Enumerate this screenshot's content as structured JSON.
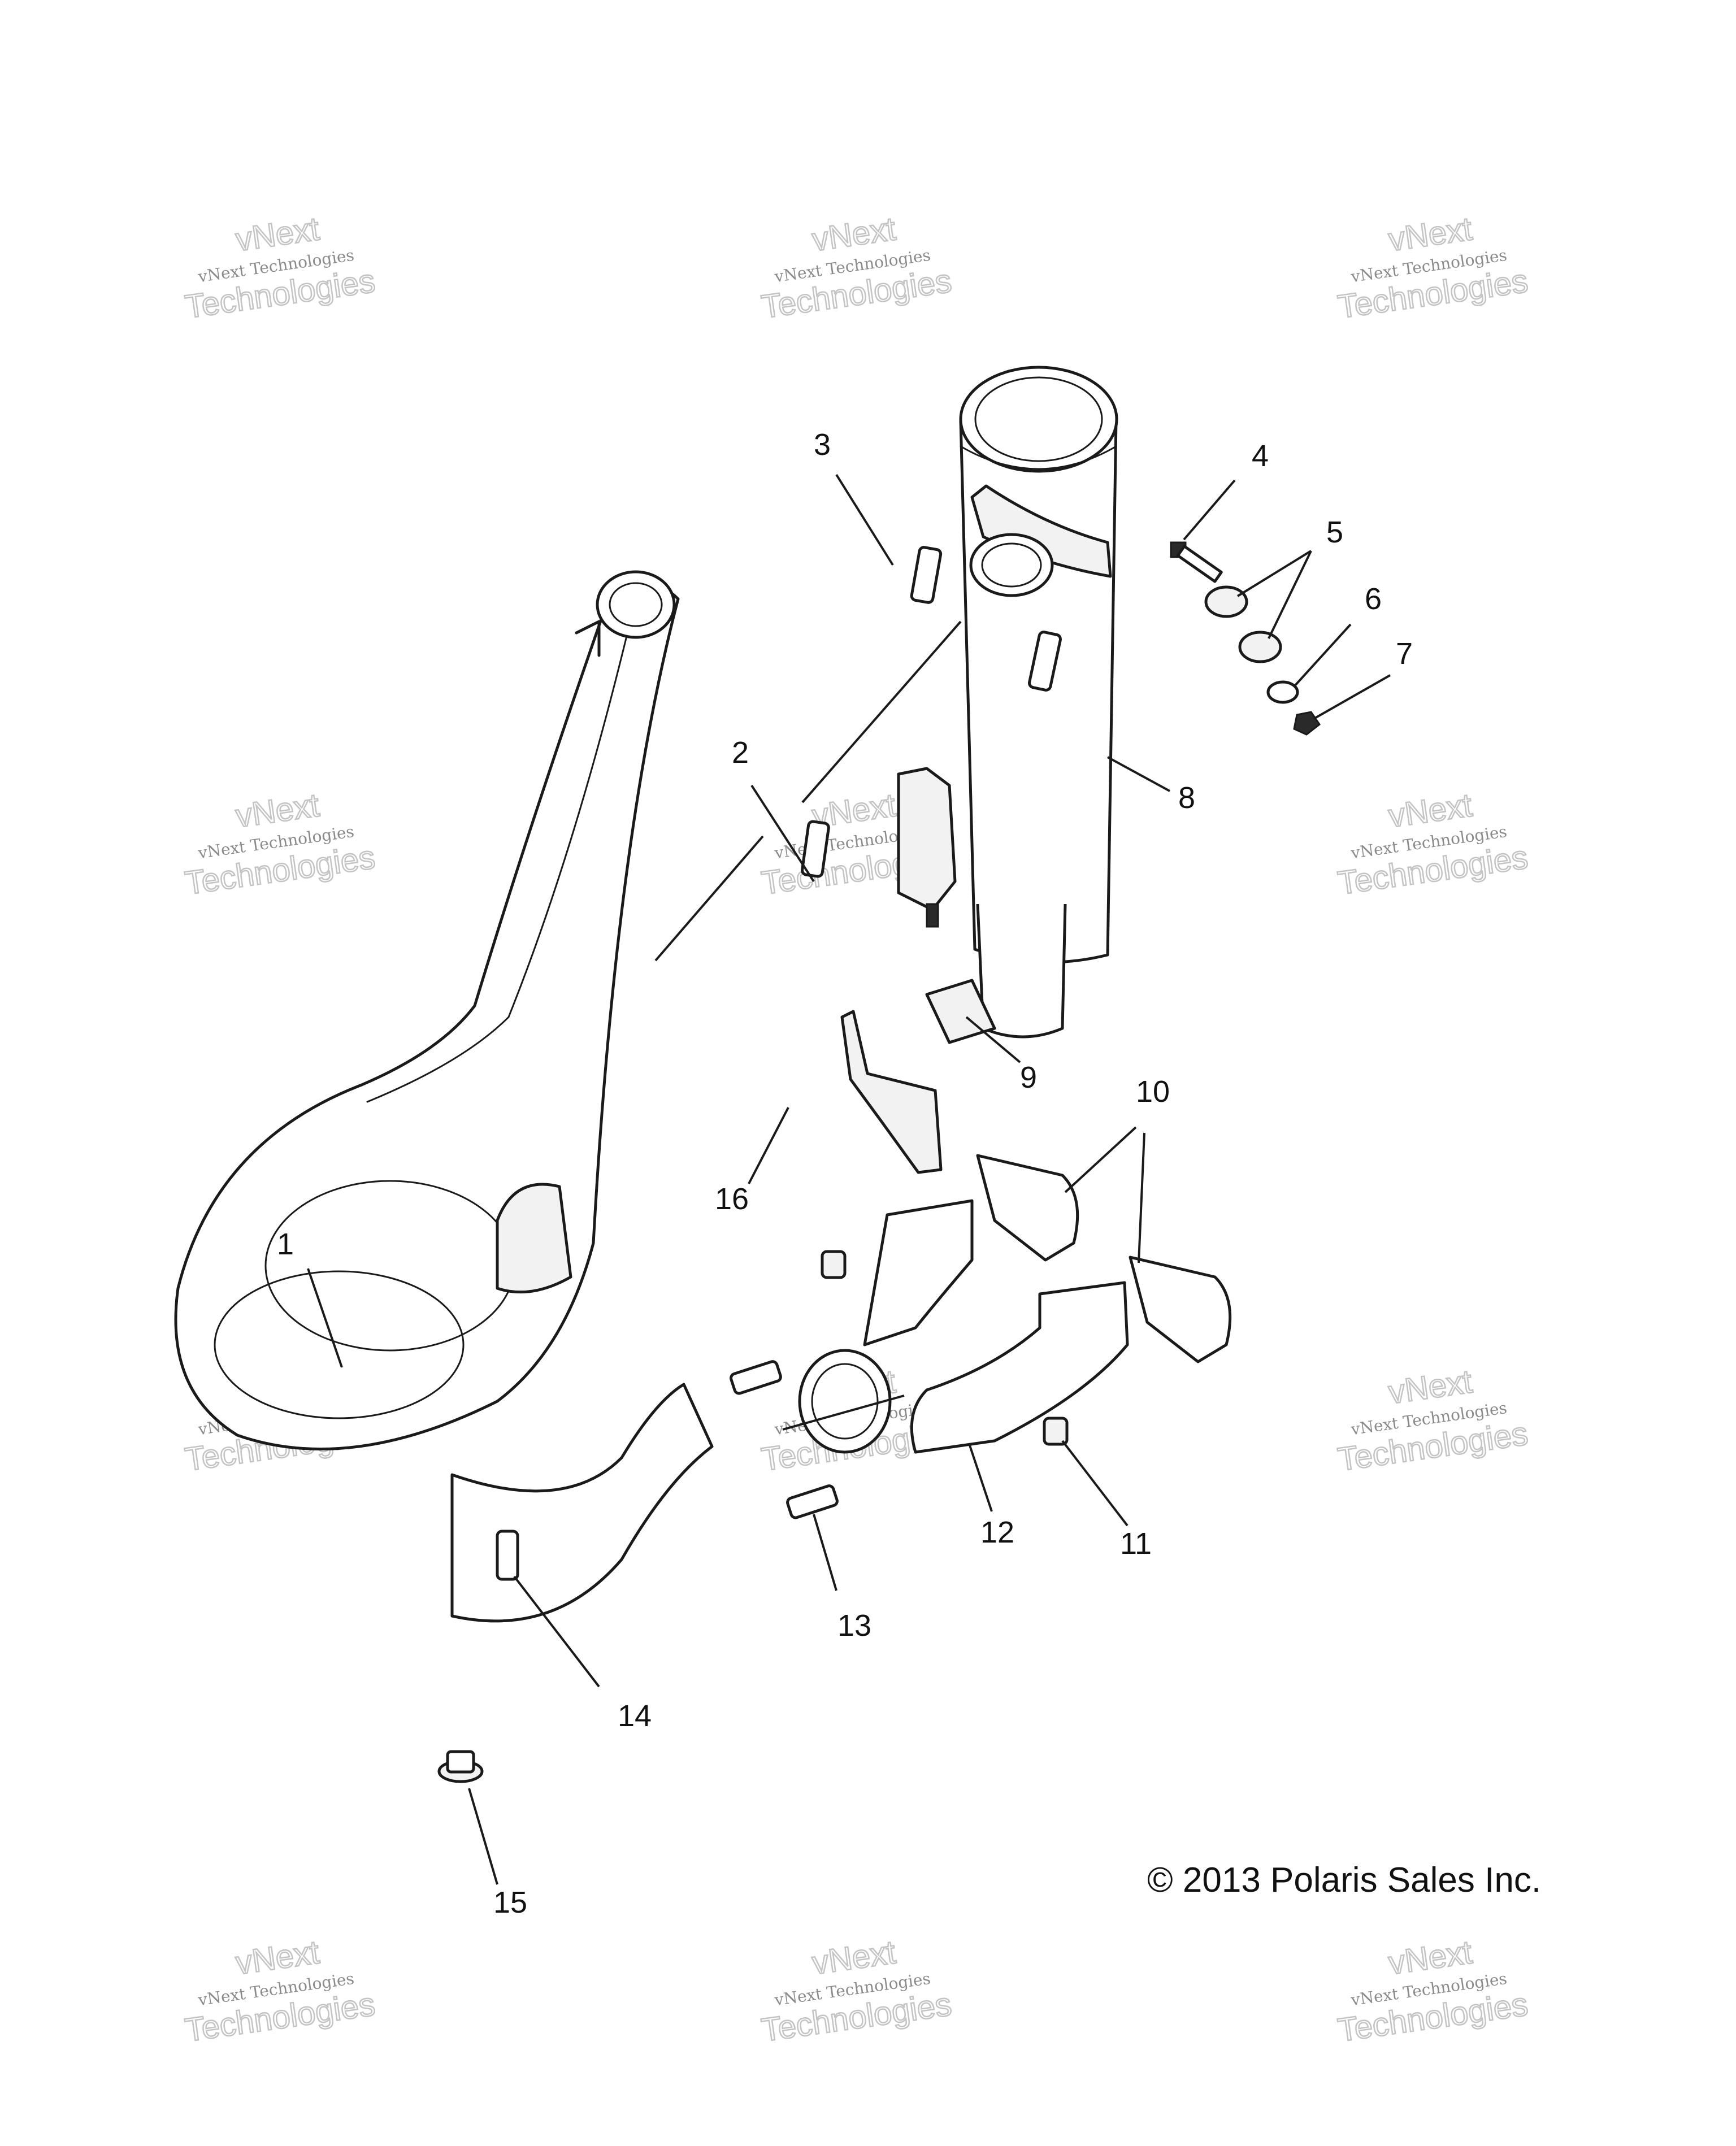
{
  "callouts": [
    "1",
    "2",
    "3",
    "4",
    "5",
    "6",
    "7",
    "8",
    "9",
    "10",
    "11",
    "12",
    "13",
    "14",
    "15",
    "16"
  ],
  "copyright": "© 2013 Polaris Sales Inc.",
  "watermark": {
    "line1": "vNext",
    "line2": "vNext Technologies",
    "line3": "Technologies"
  }
}
